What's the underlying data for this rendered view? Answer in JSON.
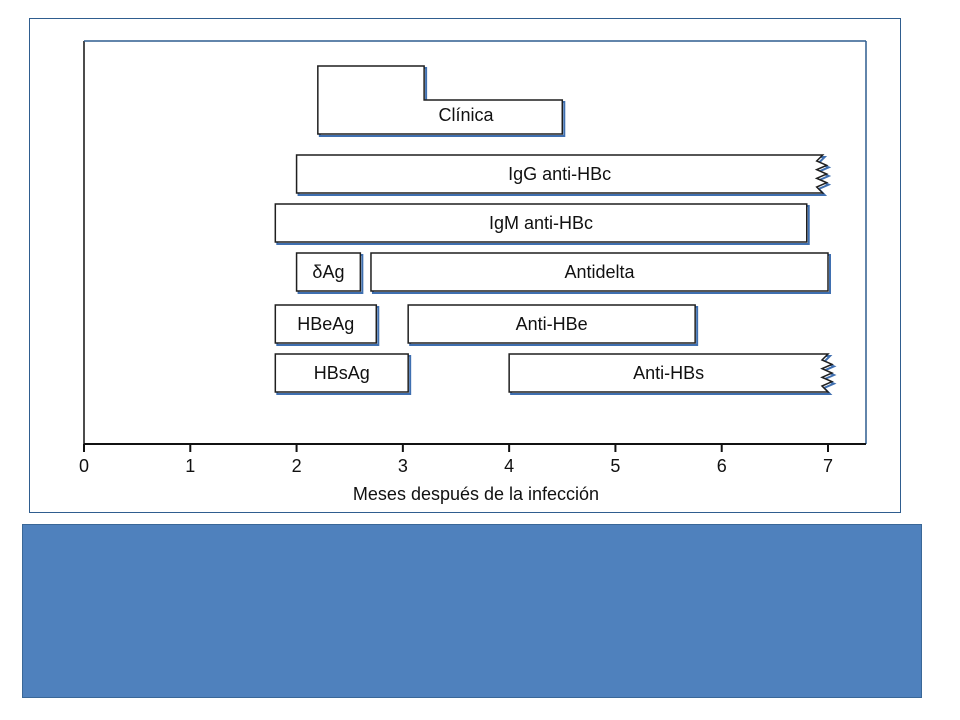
{
  "chart_data": {
    "type": "gantt",
    "xlabel": "Meses después de la infección",
    "xlim": [
      0,
      7
    ],
    "xticks": [
      0,
      1,
      2,
      3,
      4,
      5,
      6,
      7
    ],
    "rows": [
      {
        "label": "Clínica",
        "start": 2.2,
        "end": 4.5,
        "peak_start": 2.2,
        "peak_end": 3.2,
        "ongoing": false
      },
      {
        "label": "IgG anti-HBc",
        "start": 2.0,
        "end": 6.95,
        "ongoing": true
      },
      {
        "label": "IgM anti-HBc",
        "start": 1.8,
        "end": 6.8,
        "ongoing": false
      },
      {
        "label": "δAg",
        "start": 2.0,
        "end": 2.6,
        "ongoing": false
      },
      {
        "label": "Antidelta",
        "start": 2.7,
        "end": 7.0,
        "ongoing": false
      },
      {
        "label": "HBeAg",
        "start": 1.8,
        "end": 2.75,
        "ongoing": false
      },
      {
        "label": "Anti-HBe",
        "start": 3.05,
        "end": 5.75,
        "ongoing": false
      },
      {
        "label": "HBsAg",
        "start": 1.8,
        "end": 3.05,
        "ongoing": false
      },
      {
        "label": "Anti-HBs",
        "start": 4.0,
        "end": 7.0,
        "ongoing": true
      }
    ]
  },
  "colors": {
    "frame": "#2f5d8f",
    "bar_stroke": "#1f1f1f",
    "bar_shadow": "#3f6fb0",
    "footer_panel": "#4f81bd"
  }
}
